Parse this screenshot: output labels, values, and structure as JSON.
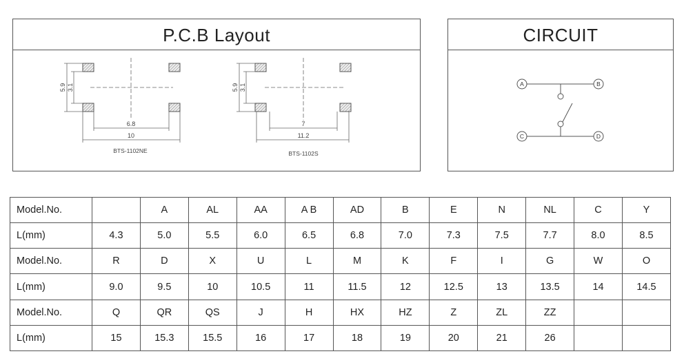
{
  "pcb": {
    "title": "P.C.B Layout",
    "left": {
      "dim_h_outer": "5.9",
      "dim_h_inner": "3.1",
      "dim_w_inner": "6.8",
      "dim_w_outer": "10",
      "caption": "BTS-1102NE"
    },
    "right": {
      "dim_h_outer": "5.9",
      "dim_h_inner": "3.1",
      "dim_w_inner": "7",
      "dim_w_outer": "11.2",
      "caption": "BTS-1102S"
    }
  },
  "circuit": {
    "title": "CIRCUIT",
    "terminals": {
      "a": "A",
      "b": "B",
      "c": "C",
      "d": "D"
    }
  },
  "table": {
    "rows": [
      {
        "label": "Model.No.",
        "cells": [
          "",
          "A",
          "AL",
          "AA",
          "A B",
          "AD",
          "B",
          "E",
          "N",
          "NL",
          "C",
          "Y"
        ]
      },
      {
        "label": "L(mm)",
        "cells": [
          "4.3",
          "5.0",
          "5.5",
          "6.0",
          "6.5",
          "6.8",
          "7.0",
          "7.3",
          "7.5",
          "7.7",
          "8.0",
          "8.5"
        ]
      },
      {
        "label": "Model.No.",
        "cells": [
          "R",
          "D",
          "X",
          "U",
          "L",
          "M",
          "K",
          "F",
          "I",
          "G",
          "W",
          "O"
        ]
      },
      {
        "label": "L(mm)",
        "cells": [
          "9.0",
          "9.5",
          "10",
          "10.5",
          "11",
          "11.5",
          "12",
          "12.5",
          "13",
          "13.5",
          "14",
          "14.5"
        ]
      },
      {
        "label": "Model.No.",
        "cells": [
          "Q",
          "QR",
          "QS",
          "J",
          "H",
          "HX",
          "HZ",
          "Z",
          "ZL",
          "ZZ",
          "",
          ""
        ]
      },
      {
        "label": "L(mm)",
        "cells": [
          "15",
          "15.3",
          "15.5",
          "16",
          "17",
          "18",
          "19",
          "20",
          "21",
          "26",
          "",
          ""
        ]
      }
    ]
  },
  "colors": {
    "line": "#555555",
    "text": "#222222",
    "pad_fill": "#e6e6e6"
  }
}
